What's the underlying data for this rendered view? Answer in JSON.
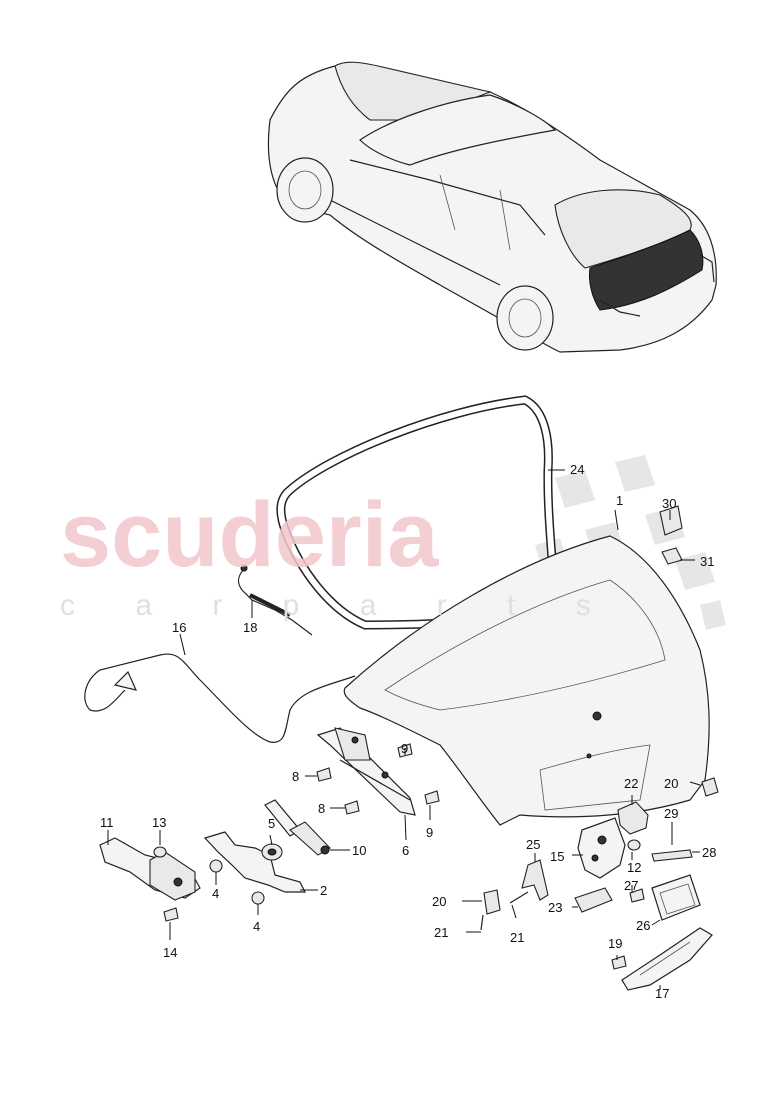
{
  "watermark": {
    "main": "scuderia",
    "sub": "c a r p a r t s"
  },
  "callouts": [
    {
      "id": "c1",
      "label": "1"
    },
    {
      "id": "c2",
      "label": "2"
    },
    {
      "id": "c4a",
      "label": "4"
    },
    {
      "id": "c4b",
      "label": "4"
    },
    {
      "id": "c5",
      "label": "5"
    },
    {
      "id": "c6",
      "label": "6"
    },
    {
      "id": "c8a",
      "label": "8"
    },
    {
      "id": "c8b",
      "label": "8"
    },
    {
      "id": "c9a",
      "label": "9"
    },
    {
      "id": "c9b",
      "label": "9"
    },
    {
      "id": "c10",
      "label": "10"
    },
    {
      "id": "c11",
      "label": "11"
    },
    {
      "id": "c12",
      "label": "12"
    },
    {
      "id": "c13",
      "label": "13"
    },
    {
      "id": "c14",
      "label": "14"
    },
    {
      "id": "c15",
      "label": "15"
    },
    {
      "id": "c16",
      "label": "16"
    },
    {
      "id": "c17",
      "label": "17"
    },
    {
      "id": "c18",
      "label": "18"
    },
    {
      "id": "c19",
      "label": "19"
    },
    {
      "id": "c20a",
      "label": "20"
    },
    {
      "id": "c20b",
      "label": "20"
    },
    {
      "id": "c21a",
      "label": "21"
    },
    {
      "id": "c21b",
      "label": "21"
    },
    {
      "id": "c22",
      "label": "22"
    },
    {
      "id": "c23",
      "label": "23"
    },
    {
      "id": "c24",
      "label": "24"
    },
    {
      "id": "c25",
      "label": "25"
    },
    {
      "id": "c26",
      "label": "26"
    },
    {
      "id": "c27",
      "label": "27"
    },
    {
      "id": "c28",
      "label": "28"
    },
    {
      "id": "c29",
      "label": "29"
    },
    {
      "id": "c30",
      "label": "30"
    },
    {
      "id": "c31",
      "label": "31"
    }
  ],
  "colors": {
    "line": "#222222",
    "watermark": "#f2c6cc",
    "checker": "#e6e6e6"
  }
}
